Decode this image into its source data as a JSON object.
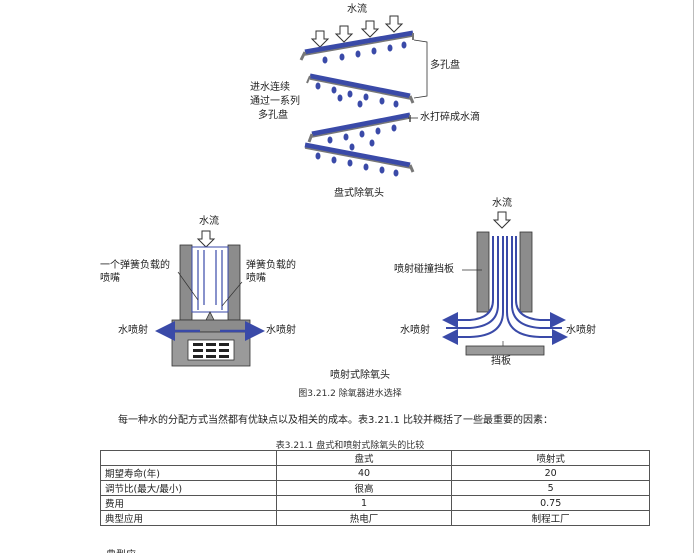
{
  "tray": {
    "water_flow": "水流",
    "perforated_tray": "多孔盘",
    "left_note_1": "进水连续",
    "left_note_2": "通过一系列",
    "left_note_3": "多孔盘",
    "droplets": "水打碎成水滴",
    "title": "盘式除氧头"
  },
  "spring": {
    "water_flow": "水流",
    "left_label_1": "一个弹簧负载的",
    "left_label_2": "喷嘴",
    "right_label_1": "弹簧负载的",
    "right_label_2": "喷嘴",
    "spray_left": "水喷射",
    "spray_right": "水喷射"
  },
  "spray": {
    "water_flow": "水流",
    "baffle_label": "喷射碰撞挡板",
    "spray_left": "水喷射",
    "spray_right": "水喷射",
    "plate": "挡板",
    "title": "喷射式除氧头"
  },
  "figure_caption": "图3.21.2 除氧器进水选择",
  "paragraph": "每一种水的分配方式当然都有优缺点以及相关的成本。表3.21.1 比较并概括了一些最重要的因素：",
  "table": {
    "title": "表3.21.1 盘式和喷射式除氧头的比较",
    "headers": [
      "",
      "盘式",
      "喷射式"
    ],
    "rows": [
      [
        "期望寿命(年)",
        "40",
        "20"
      ],
      [
        "调节比(最大/最小)",
        "很高",
        "5"
      ],
      [
        "费用",
        "1",
        "0.75"
      ],
      [
        "典型应用",
        "热电厂",
        "制程工厂"
      ]
    ]
  },
  "footer_fragment": "典型应用",
  "colors": {
    "water": "#3a4aa8",
    "steel": "#808080",
    "dark": "#333333"
  }
}
